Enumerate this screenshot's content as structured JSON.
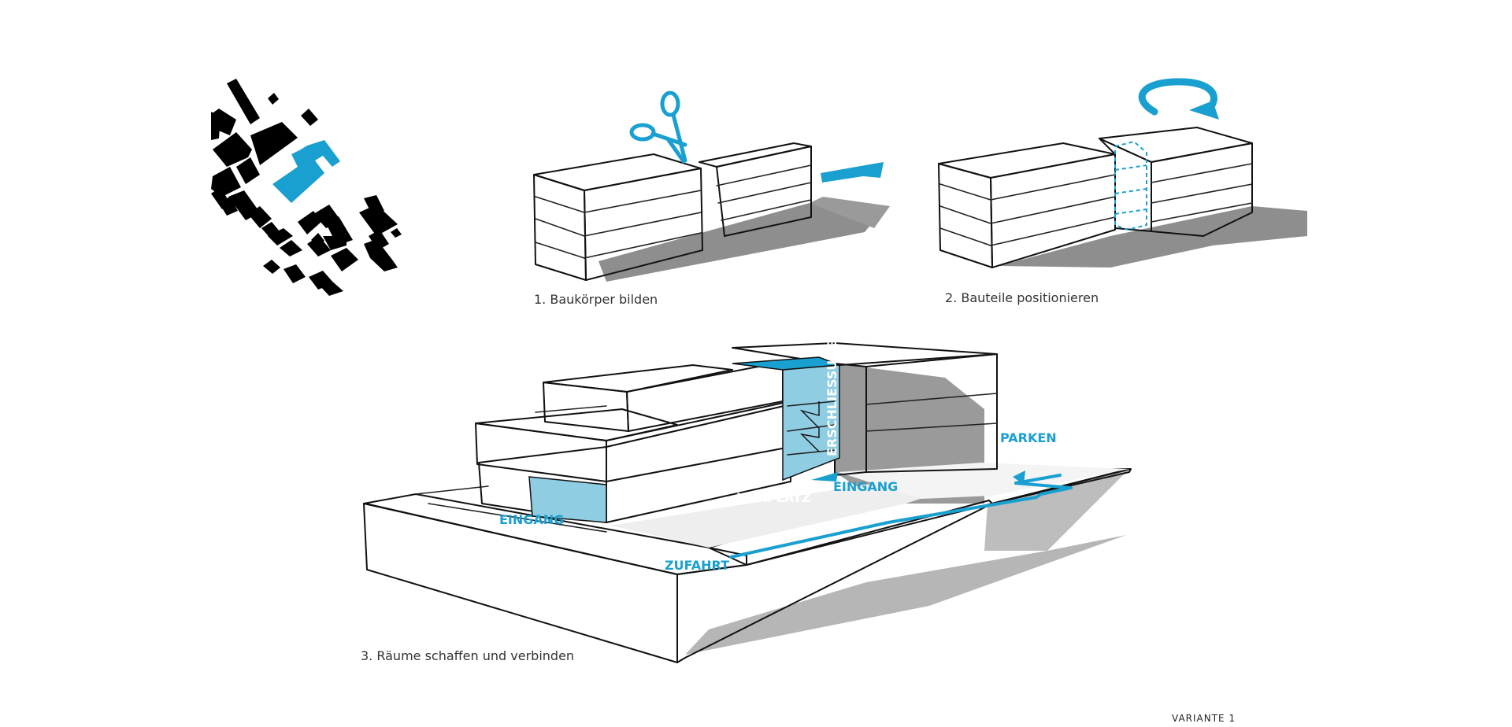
{
  "colors": {
    "accent": "#1aa0d0",
    "mass": "#a6a6a6",
    "shadow": "#8c8c8c",
    "figure_ground": "#000000"
  },
  "icons": {
    "step1": "scissors-icon",
    "step2": "rotate-arrow-icon"
  },
  "steps": [
    {
      "caption": "1. Baukörper bilden"
    },
    {
      "caption": "2. Bauteile positionieren"
    },
    {
      "caption": "3. Räume schaffen und verbinden"
    }
  ],
  "labels": {
    "erschliessung": "ERSCHLIESSUNG",
    "parken": "PARKEN",
    "eingang_main": "EINGANG",
    "eingang_left": "EINGANG",
    "vorplatz": "VORPLATZ",
    "zufahrt": "ZUFAHRT"
  },
  "cut_text": "VARIANTE 1"
}
